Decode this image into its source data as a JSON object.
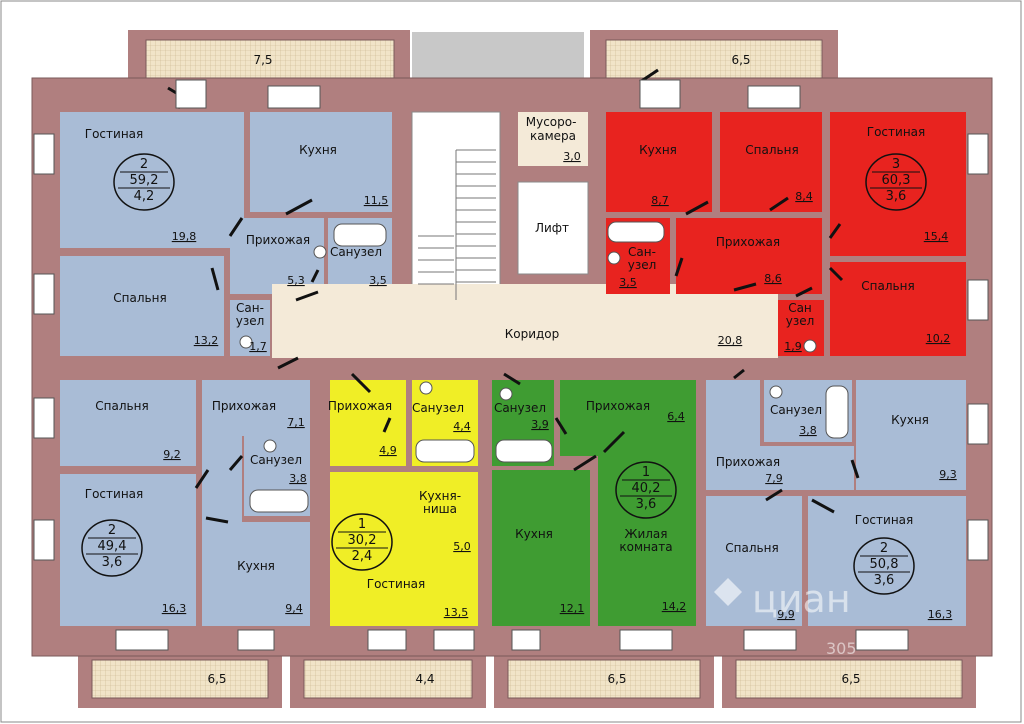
{
  "colors": {
    "wall": "#b07f7f",
    "room_gray": "#a9bcd6",
    "red": "#e8231f",
    "yellow": "#f0ee26",
    "green": "#3f9c32",
    "corridor": "#f4ead8",
    "balcony": "#f1e4c8"
  },
  "balconies": {
    "top_left": "7,5",
    "top_right": "6,5",
    "bottom_1": "6,5",
    "bottom_2": "4,4",
    "bottom_3": "6,5",
    "bottom_4": "6,5"
  },
  "core": {
    "garbage_label": "Мусоро-\nкамера",
    "garbage_area": "3,0",
    "lift_label": "Лифт",
    "corridor_label": "Коридор",
    "corridor_area": "20,8"
  },
  "apartments": [
    {
      "id": "a1",
      "color": "gray",
      "rooms_count": "2",
      "total": "59,2",
      "extra": "4,2",
      "rooms": [
        {
          "name": "Гостиная",
          "area": "19,8"
        },
        {
          "name": "Кухня",
          "area": "11,5"
        },
        {
          "name": "Прихожая",
          "area": "5,3"
        },
        {
          "name": "Санузел",
          "area": "3,5"
        },
        {
          "name": "Спальня",
          "area": "13,2"
        },
        {
          "name": "Сан-\nузел",
          "area": "1,7"
        }
      ]
    },
    {
      "id": "a2",
      "color": "red",
      "rooms_count": "3",
      "total": "60,3",
      "extra": "3,6",
      "rooms": [
        {
          "name": "Кухня",
          "area": "8,7"
        },
        {
          "name": "Спальня",
          "area": "8,4"
        },
        {
          "name": "Гостиная",
          "area": "15,4"
        },
        {
          "name": "Прихожая",
          "area": "8,6"
        },
        {
          "name": "Сан-\nузел",
          "area": "3,5"
        },
        {
          "name": "Сан\nузел",
          "area": "1,9"
        },
        {
          "name": "Спальня",
          "area": "10,2"
        }
      ]
    },
    {
      "id": "a3",
      "color": "gray",
      "rooms_count": "2",
      "total": "49,4",
      "extra": "3,6",
      "rooms": [
        {
          "name": "Спальня",
          "area": "9,2"
        },
        {
          "name": "Прихожая",
          "area": "7,1"
        },
        {
          "name": "Санузел",
          "area": "3,8"
        },
        {
          "name": "Гостиная",
          "area": "16,3"
        },
        {
          "name": "Кухня",
          "area": "9,4"
        }
      ]
    },
    {
      "id": "a4",
      "color": "yellow",
      "rooms_count": "1",
      "total": "30,2",
      "extra": "2,4",
      "rooms": [
        {
          "name": "Прихожая",
          "area": "4,9"
        },
        {
          "name": "Санузел",
          "area": "4,4"
        },
        {
          "name": "Кухня-\nниша",
          "area": "5,0"
        },
        {
          "name": "Гостиная",
          "area": "13,5"
        }
      ]
    },
    {
      "id": "a5",
      "color": "green",
      "rooms_count": "1",
      "total": "40,2",
      "extra": "3,6",
      "rooms": [
        {
          "name": "Санузел",
          "area": "3,9"
        },
        {
          "name": "Прихожая",
          "area": "6,4"
        },
        {
          "name": "Кухня",
          "area": "12,1"
        },
        {
          "name": "Жилая\nкомната",
          "area": "14,2"
        }
      ]
    },
    {
      "id": "a6",
      "color": "gray",
      "rooms_count": "2",
      "total": "50,8",
      "extra": "3,6",
      "rooms": [
        {
          "name": "Санузел",
          "area": "3,8"
        },
        {
          "name": "Кухня",
          "area": "9,3"
        },
        {
          "name": "Прихожая",
          "area": "7,9"
        },
        {
          "name": "Спальня",
          "area": "9,9"
        },
        {
          "name": "Гостиная",
          "area": "16,3"
        }
      ]
    }
  ],
  "watermark": {
    "logo_text": "циан",
    "phone_fragment": "305"
  }
}
